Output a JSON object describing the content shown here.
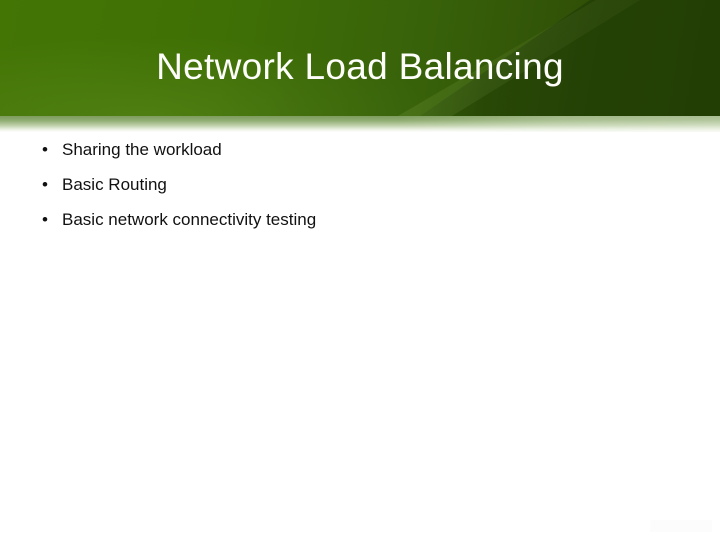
{
  "slide": {
    "title": "Network Load Balancing",
    "bullets": [
      {
        "marker": "•",
        "text": "Sharing the workload"
      },
      {
        "marker": "•",
        "text": "Basic Routing"
      },
      {
        "marker": "•",
        "text": "Basic network connectivity testing"
      }
    ]
  },
  "colors": {
    "banner_left": "#3f7005",
    "banner_right": "#2f4e06",
    "banner_streak": "#9fc45a",
    "underband": "#8aa86a",
    "title_text": "#fdfdfa",
    "body_background": "#ffffff",
    "bullet_text": "#111111"
  }
}
